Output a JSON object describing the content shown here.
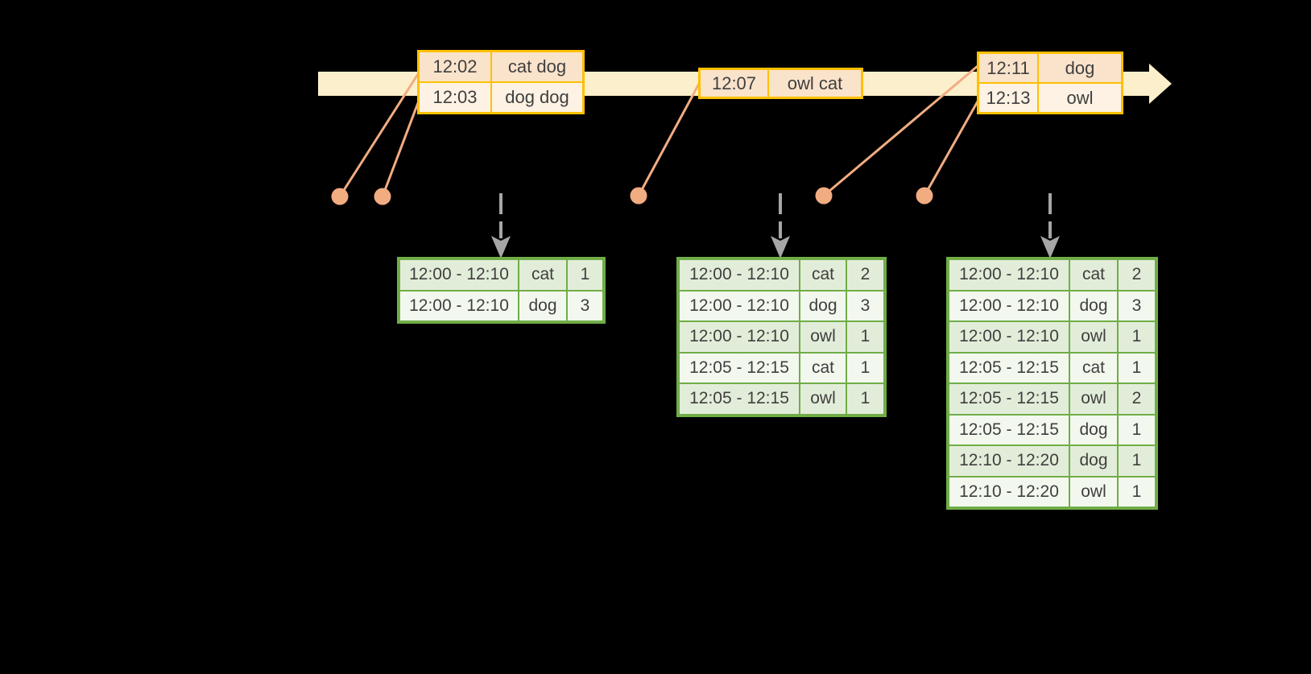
{
  "colors": {
    "background": "#000000",
    "timeline_fill": "#FCF0CC",
    "event_border": "#FFC000",
    "event_fill_dark": "#FAE3CB",
    "event_fill_light": "#FDF2E4",
    "connector": "#F2AC81",
    "trigger_arrow": "#A6A6A6",
    "result_border": "#70AD47",
    "result_fill_dark": "#E2EDD9",
    "result_fill_light": "#F3F8EF",
    "text": "#3F3F3F"
  },
  "event_tables": [
    {
      "rows": [
        {
          "time": "12:02",
          "words": "cat dog"
        },
        {
          "time": "12:03",
          "words": "dog dog"
        }
      ]
    },
    {
      "rows": [
        {
          "time": "12:07",
          "words": "owl cat"
        }
      ]
    },
    {
      "rows": [
        {
          "time": "12:11",
          "words": "dog"
        },
        {
          "time": "12:13",
          "words": "owl"
        }
      ]
    }
  ],
  "result_tables": [
    {
      "rows": [
        {
          "window": "12:00 - 12:10",
          "word": "cat",
          "count": "1"
        },
        {
          "window": "12:00 - 12:10",
          "word": "dog",
          "count": "3"
        }
      ]
    },
    {
      "rows": [
        {
          "window": "12:00 - 12:10",
          "word": "cat",
          "count": "2"
        },
        {
          "window": "12:00 - 12:10",
          "word": "dog",
          "count": "3"
        },
        {
          "window": "12:00 - 12:10",
          "word": "owl",
          "count": "1"
        },
        {
          "window": "12:05 - 12:15",
          "word": "cat",
          "count": "1"
        },
        {
          "window": "12:05 - 12:15",
          "word": "owl",
          "count": "1"
        }
      ]
    },
    {
      "rows": [
        {
          "window": "12:00 - 12:10",
          "word": "cat",
          "count": "2"
        },
        {
          "window": "12:00 - 12:10",
          "word": "dog",
          "count": "3"
        },
        {
          "window": "12:00 - 12:10",
          "word": "owl",
          "count": "1"
        },
        {
          "window": "12:05 - 12:15",
          "word": "cat",
          "count": "1"
        },
        {
          "window": "12:05 - 12:15",
          "word": "owl",
          "count": "2"
        },
        {
          "window": "12:05 - 12:15",
          "word": "dog",
          "count": "1"
        },
        {
          "window": "12:10 - 12:20",
          "word": "dog",
          "count": "1"
        },
        {
          "window": "12:10 - 12:20",
          "word": "owl",
          "count": "1"
        }
      ]
    }
  ]
}
